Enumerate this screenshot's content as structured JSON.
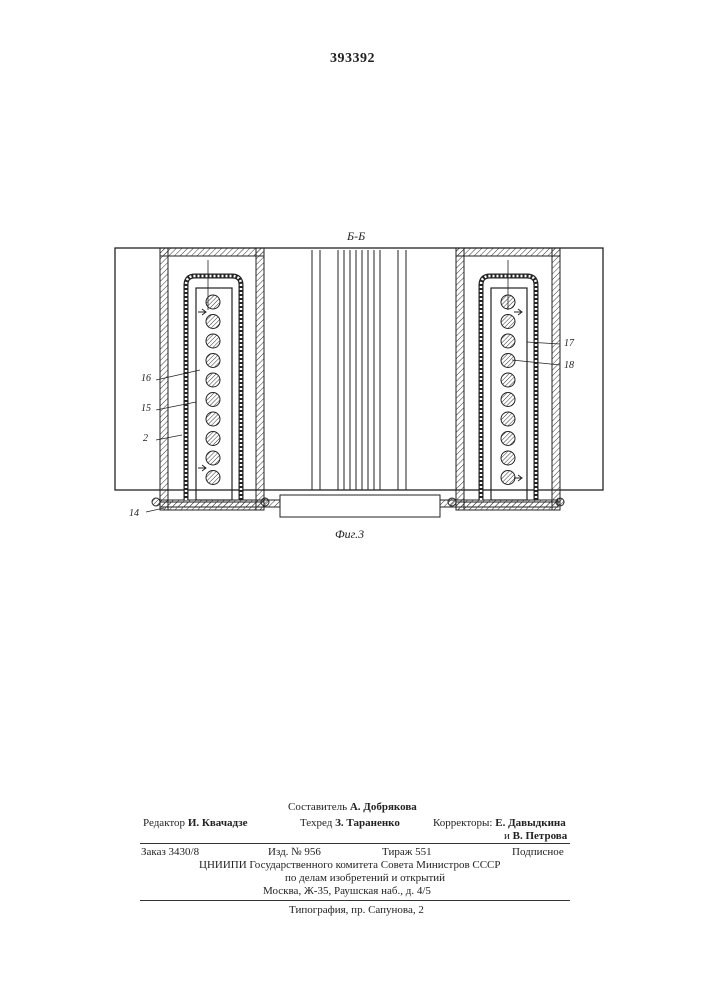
{
  "header": {
    "patent_number": "393392"
  },
  "drawing": {
    "section_label": "Б-Б",
    "figure_caption": "Фиг.3",
    "labels": {
      "l16": "16",
      "l15": "15",
      "l2": "2",
      "l14": "14",
      "l17": "17",
      "l18": "18"
    }
  },
  "footer": {
    "composer_role": "Составитель",
    "composer_name": "А. Добрякова",
    "editor_role": "Редактор",
    "editor_name": "И. Квачадзе",
    "techred_role": "Техред",
    "techred_name": "З. Тараненко",
    "correctors_role": "Корректоры:",
    "corrector_1": "Е. Давыдкина",
    "corrector_2_prefix": "и",
    "corrector_2": "В. Петрова",
    "order": "Заказ 3430/8",
    "edition": "Изд. № 956",
    "circulation": "Тираж 551",
    "subscription": "Подписное",
    "org_line_1": "ЦНИИПИ Государственного комитета Совета Министров СССР",
    "org_line_2": "по делам изобретений и открытий",
    "address": "Москва, Ж-35, Раушская наб., д. 4/5",
    "printer": "Типография, пр. Сапунова, 2"
  }
}
